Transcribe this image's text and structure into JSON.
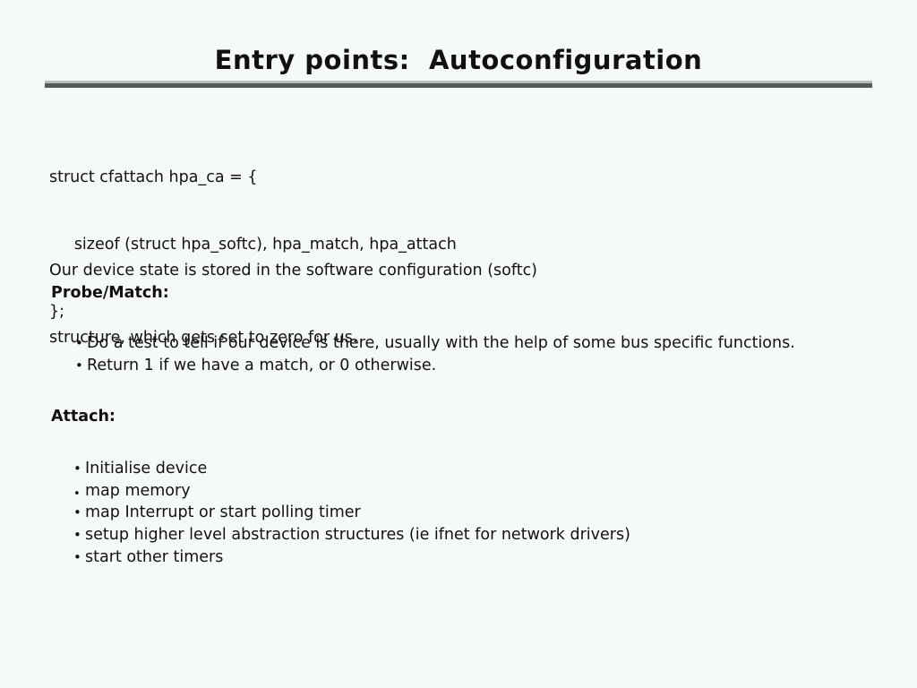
{
  "slide": {
    "title": "Entry points:  Autoconfiguration",
    "background_color": "#f6faf7",
    "text_color": "#111111",
    "divider": {
      "highlight_color": "#b8bcb8",
      "shadow_color": "#565a56"
    }
  },
  "code_block": {
    "lines": [
      "struct cfattach hpa_ca = {",
      "     sizeof (struct hpa_softc), hpa_match, hpa_attach",
      "};"
    ]
  },
  "paragraph": {
    "lines": [
      "Our device state is stored in the software configuration (softc)",
      "structure, which gets set to zero for us."
    ]
  },
  "probe_section": {
    "heading": "Probe/Match:",
    "bullet_glyph": "•",
    "items": [
      "Do a test to tell if our device is there, usually with the help of some bus specific functions.",
      "Return 1 if we have a match, or 0 otherwise."
    ]
  },
  "attach_section": {
    "heading": "Attach:",
    "bullet_glyph": "•",
    "items": [
      "Initialise device",
      "map memory",
      "map Interrupt or start polling timer",
      "setup higher level abstraction structures (ie ifnet for network drivers)",
      "start other timers"
    ]
  }
}
